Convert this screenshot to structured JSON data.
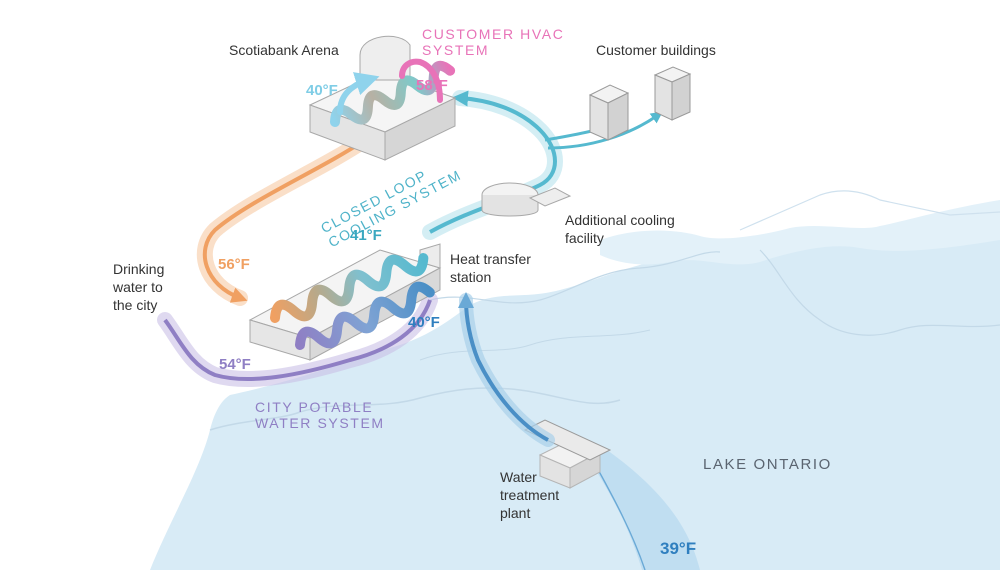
{
  "labels": {
    "arena": "Scotiabank Arena",
    "customer_buildings": "Customer buildings",
    "additional_cooling": [
      "Additional cooling",
      "facility"
    ],
    "heat_transfer": [
      "Heat transfer",
      "station"
    ],
    "drinking_water": [
      "Drinking",
      "water to",
      "the city"
    ],
    "water_treatment": [
      "Water",
      "treatment",
      "plant"
    ],
    "lake": "LAKE ONTARIO"
  },
  "systems": {
    "hvac": [
      "CUSTOMER HVAC",
      "SYSTEM"
    ],
    "closed_loop": [
      "CLOSED LOOP",
      "COOLING SYSTEM"
    ],
    "potable": [
      "CITY POTABLE",
      "WATER SYSTEM"
    ]
  },
  "temps": {
    "hvac_supply": "40°F",
    "hvac_return": "58°F",
    "loop_return": "56°F",
    "loop_supply": "41°F",
    "lake_out": "40°F",
    "potable_out": "54°F",
    "lake_intake": "39°F"
  },
  "colors": {
    "hvac": "#e873b8",
    "closed_loop_supply": "#55b9cf",
    "closed_loop_return": "#f0a062",
    "potable": "#8f7fc4",
    "lake_water": "#4a8fc6",
    "lake_fill": "#d8ebf6",
    "text": "#333333"
  }
}
